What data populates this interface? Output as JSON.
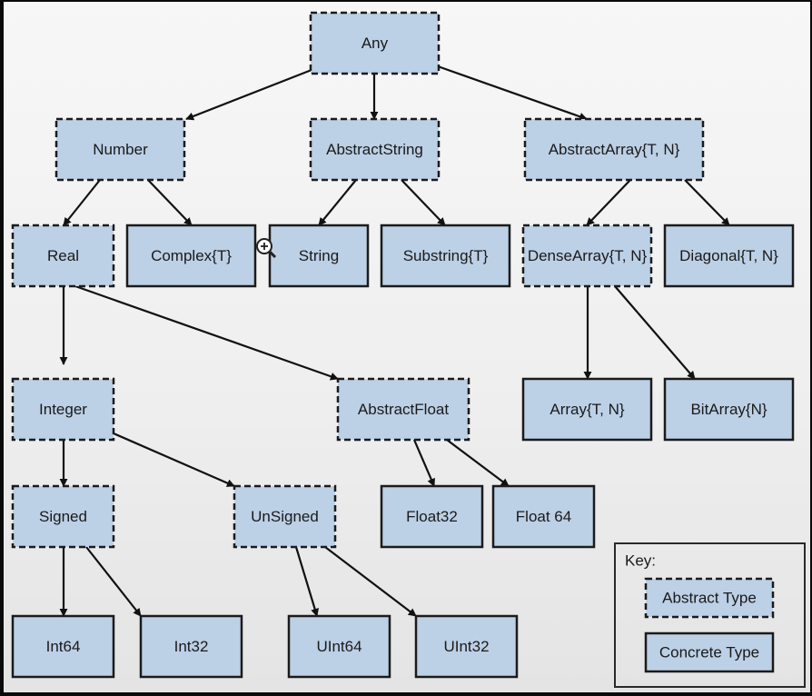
{
  "diagram": {
    "nodes": [
      {
        "id": "any",
        "label": "Any",
        "kind": "abstract"
      },
      {
        "id": "number",
        "label": "Number",
        "kind": "abstract"
      },
      {
        "id": "abstractstring",
        "label": "AbstractString",
        "kind": "abstract"
      },
      {
        "id": "abstractarray",
        "label": "AbstractArray{T, N}",
        "kind": "abstract"
      },
      {
        "id": "real",
        "label": "Real",
        "kind": "abstract"
      },
      {
        "id": "complex",
        "label": "Complex{T}",
        "kind": "concrete"
      },
      {
        "id": "string",
        "label": "String",
        "kind": "concrete"
      },
      {
        "id": "substring",
        "label": "Substring{T}",
        "kind": "concrete"
      },
      {
        "id": "densearray",
        "label": "DenseArray{T, N}",
        "kind": "abstract"
      },
      {
        "id": "diagonal",
        "label": "Diagonal{T, N}",
        "kind": "concrete"
      },
      {
        "id": "integer",
        "label": "Integer",
        "kind": "abstract"
      },
      {
        "id": "abstractfloat",
        "label": "AbstractFloat",
        "kind": "abstract"
      },
      {
        "id": "array",
        "label": "Array{T, N}",
        "kind": "concrete"
      },
      {
        "id": "bitarray",
        "label": "BitArray{N}",
        "kind": "concrete"
      },
      {
        "id": "signed",
        "label": "Signed",
        "kind": "abstract"
      },
      {
        "id": "unsigned",
        "label": "UnSigned",
        "kind": "abstract"
      },
      {
        "id": "float32",
        "label": "Float32",
        "kind": "concrete"
      },
      {
        "id": "float64",
        "label": "Float 64",
        "kind": "concrete"
      },
      {
        "id": "int64",
        "label": "Int64",
        "kind": "concrete"
      },
      {
        "id": "int32",
        "label": "Int32",
        "kind": "concrete"
      },
      {
        "id": "uint64",
        "label": "UInt64",
        "kind": "concrete"
      },
      {
        "id": "uint32",
        "label": "UInt32",
        "kind": "concrete"
      }
    ],
    "edges": [
      {
        "from": "any",
        "to": "number"
      },
      {
        "from": "any",
        "to": "abstractstring"
      },
      {
        "from": "any",
        "to": "abstractarray"
      },
      {
        "from": "number",
        "to": "real"
      },
      {
        "from": "number",
        "to": "complex"
      },
      {
        "from": "abstractstring",
        "to": "string"
      },
      {
        "from": "abstractstring",
        "to": "substring"
      },
      {
        "from": "abstractarray",
        "to": "densearray"
      },
      {
        "from": "abstractarray",
        "to": "diagonal"
      },
      {
        "from": "real",
        "to": "integer"
      },
      {
        "from": "real",
        "to": "abstractfloat"
      },
      {
        "from": "densearray",
        "to": "array"
      },
      {
        "from": "densearray",
        "to": "bitarray"
      },
      {
        "from": "integer",
        "to": "signed"
      },
      {
        "from": "integer",
        "to": "unsigned"
      },
      {
        "from": "abstractfloat",
        "to": "float32"
      },
      {
        "from": "abstractfloat",
        "to": "float64"
      },
      {
        "from": "signed",
        "to": "int64"
      },
      {
        "from": "signed",
        "to": "int32"
      },
      {
        "from": "unsigned",
        "to": "uint64"
      },
      {
        "from": "unsigned",
        "to": "uint32"
      }
    ]
  },
  "key": {
    "title": "Key:",
    "abstract_label": "Abstract Type",
    "concrete_label": "Concrete Type"
  },
  "colors": {
    "box_fill": "#bcd0e6",
    "box_stroke": "#1b1b1b",
    "edge": "#111111"
  },
  "cursor_icon": "zoom-in-cursor-icon"
}
